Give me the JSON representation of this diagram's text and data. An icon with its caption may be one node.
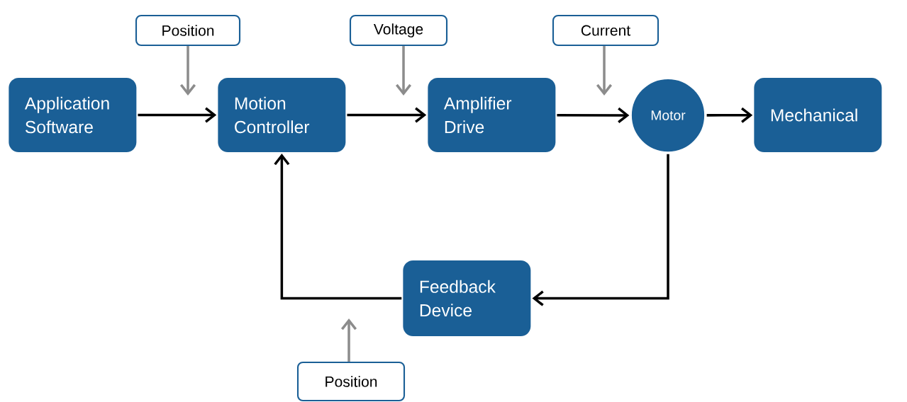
{
  "diagram": {
    "nodes": [
      {
        "text": [
          "Position"
        ]
      },
      {
        "text": [
          "Voltage"
        ]
      },
      {
        "text": [
          "Current"
        ]
      },
      {
        "text": [
          "Application Software"
        ]
      },
      {
        "text": [
          "Motion Controller"
        ]
      },
      {
        "text": [
          "Amplifier Drive"
        ]
      },
      {
        "text": [
          "Motor"
        ]
      },
      {
        "text": [
          "Mechanical"
        ]
      },
      {
        "text": [
          "Feedback Device"
        ]
      },
      {
        "text": [
          "Position"
        ]
      }
    ],
    "edges": [
      {
        "from": 0,
        "to": null,
        "arrow": "to",
        "color": "#8c8c8c"
      },
      {
        "from": 1,
        "to": null,
        "arrow": "to",
        "color": "#8c8c8c"
      },
      {
        "from": 2,
        "to": null,
        "arrow": "to",
        "color": "#8c8c8c"
      },
      {
        "from": 9,
        "to": null,
        "arrow": "to",
        "color": "#8c8c8c"
      },
      {
        "from": 3,
        "to": 4,
        "arrow": "to"
      },
      {
        "from": 4,
        "to": 5,
        "arrow": "to"
      },
      {
        "from": 5,
        "to": 6,
        "arrow": "to"
      },
      {
        "from": 6,
        "to": 7,
        "arrow": "to"
      },
      {
        "from": 6,
        "to": 8,
        "arrow": "to"
      },
      {
        "from": 8,
        "to": 4,
        "arrow": "to"
      }
    ]
  }
}
